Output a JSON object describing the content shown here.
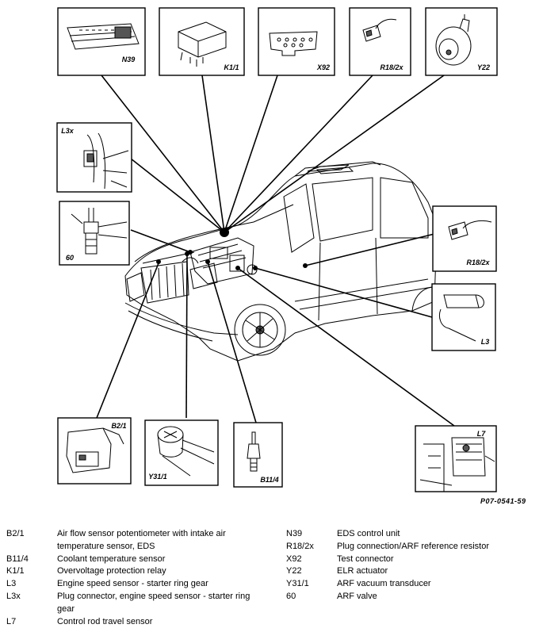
{
  "callouts": {
    "n39": "N39",
    "k11": "K1/1",
    "x92": "X92",
    "r182_top": "R18/2x",
    "y22": "Y22",
    "l3x": "L3x",
    "sixty": "60",
    "r182_right": "R18/2x",
    "l3": "L3",
    "b21": "B2/1",
    "y311": "Y31/1",
    "b114": "B11/4",
    "l7": "L7"
  },
  "figure_code": "P07-0541-59",
  "legend": {
    "left": [
      {
        "code": "B2/1",
        "desc": "Air flow sensor potentiometer with intake air temperature sensor, EDS"
      },
      {
        "code": "B11/4",
        "desc": "Coolant temperature sensor"
      },
      {
        "code": "K1/1",
        "desc": "Overvoltage protection relay"
      },
      {
        "code": "L3",
        "desc": "Engine speed sensor - starter ring gear"
      },
      {
        "code": "L3x",
        "desc": "Plug connector, engine speed sensor - starter ring gear"
      },
      {
        "code": "L7",
        "desc": "Control rod travel sensor"
      }
    ],
    "right": [
      {
        "code": "N39",
        "desc": "EDS control unit"
      },
      {
        "code": "R18/2x",
        "desc": "Plug connection/ARF reference resistor"
      },
      {
        "code": "X92",
        "desc": "Test connector"
      },
      {
        "code": "Y22",
        "desc": "ELR actuator"
      },
      {
        "code": "Y31/1",
        "desc": "ARF vacuum transducer"
      },
      {
        "code": "60",
        "desc": "ARF valve"
      }
    ]
  }
}
